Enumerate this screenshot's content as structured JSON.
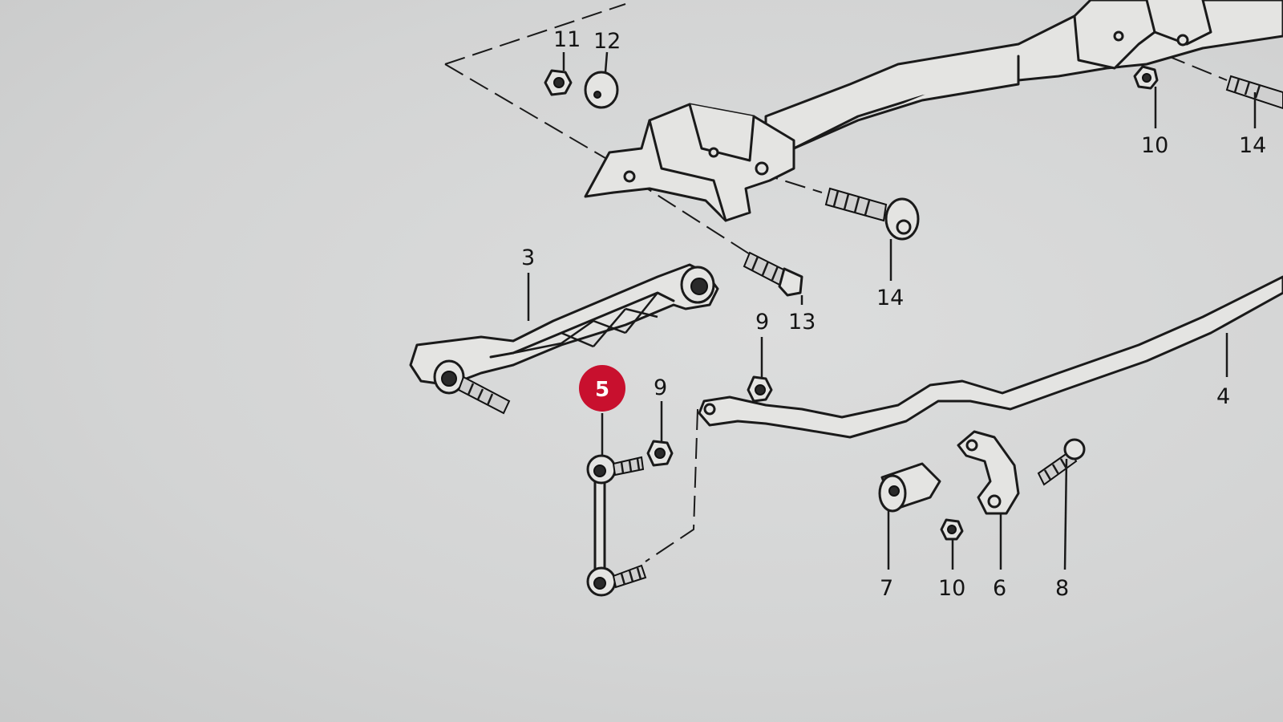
{
  "diagram": {
    "highlight_color": "#c8102e",
    "line_color": "#1a1a1a",
    "callouts": [
      {
        "id": "c11",
        "label": "11"
      },
      {
        "id": "c12",
        "label": "12"
      },
      {
        "id": "c10a",
        "label": "10"
      },
      {
        "id": "c14a",
        "label": "14"
      },
      {
        "id": "c14b",
        "label": "14"
      },
      {
        "id": "c3",
        "label": "3"
      },
      {
        "id": "c13",
        "label": "13"
      },
      {
        "id": "c9a",
        "label": "9"
      },
      {
        "id": "c5",
        "label": "5",
        "highlighted": true
      },
      {
        "id": "c9b",
        "label": "9"
      },
      {
        "id": "c4",
        "label": "4"
      },
      {
        "id": "c7",
        "label": "7"
      },
      {
        "id": "c10b",
        "label": "10"
      },
      {
        "id": "c6",
        "label": "6"
      },
      {
        "id": "c8",
        "label": "8"
      }
    ]
  }
}
